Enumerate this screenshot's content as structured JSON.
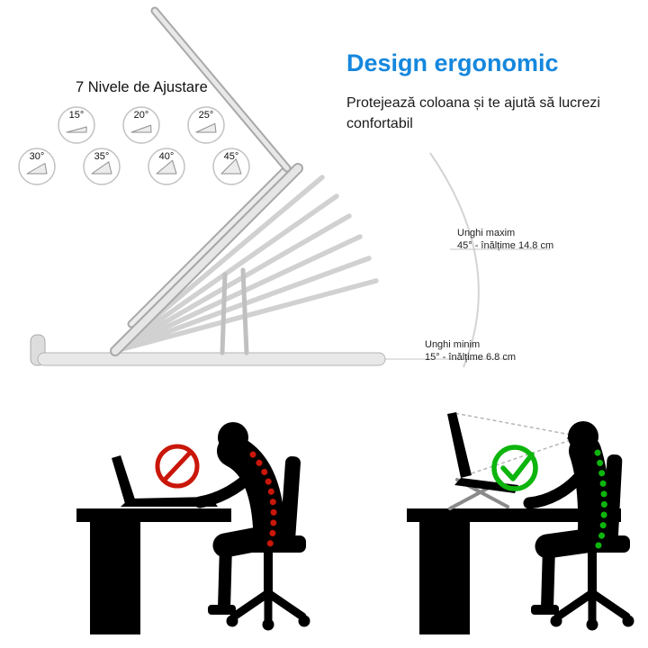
{
  "colors": {
    "accent_blue": "#1587dd",
    "bad_red": "#c9170a",
    "good_green": "#0db50d"
  },
  "adjustment": {
    "title": "7 Nivele de Ajustare",
    "angles": [
      "15°",
      "20°",
      "25°",
      "30°",
      "35°",
      "40°",
      "45°"
    ]
  },
  "ergonomic": {
    "title": "Design ergonomic",
    "body": "Protejează coloana și te ajută să lucrezi confortabil"
  },
  "stand": {
    "max_label": {
      "line1": "Unghi maxim",
      "line2": "45° - înălțime 14.8 cm"
    },
    "min_label": {
      "line1": "Unghi minim",
      "line2": "15° - înălțime 6.8 cm"
    }
  }
}
